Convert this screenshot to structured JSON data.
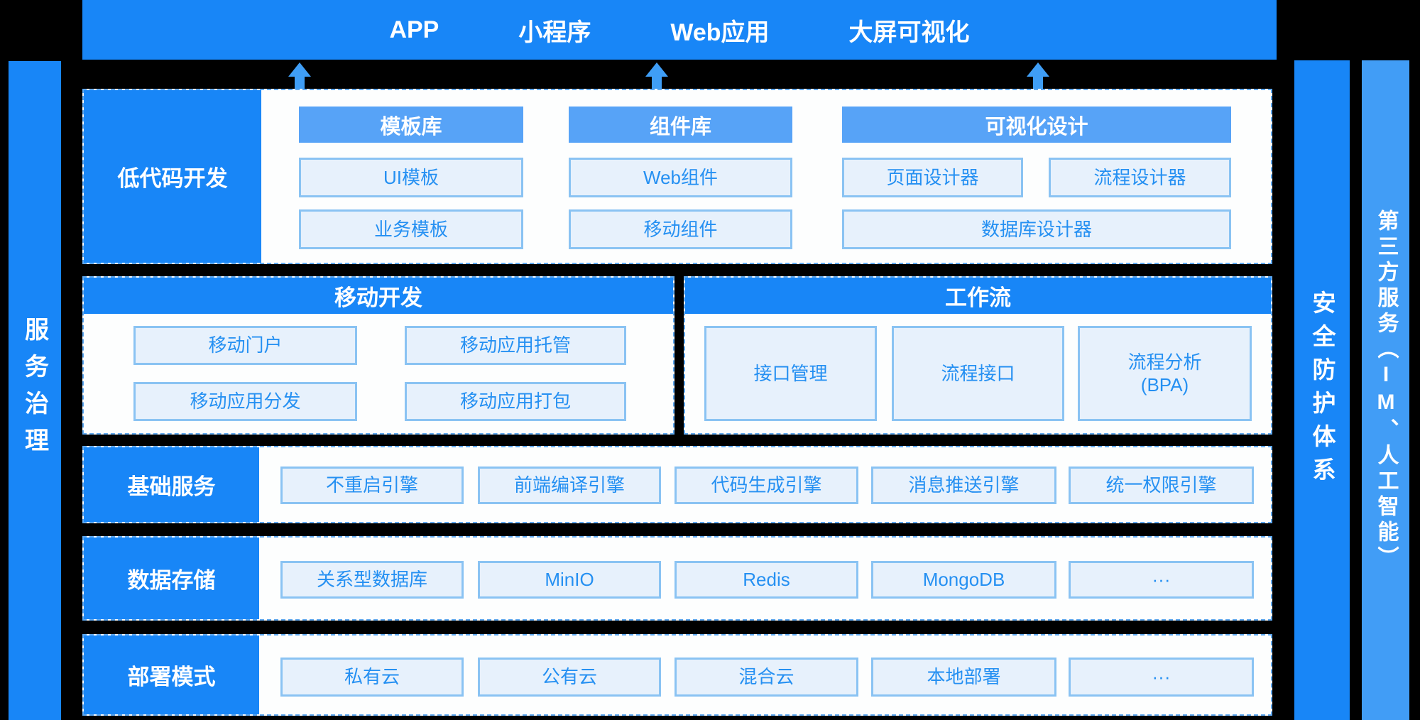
{
  "colors": {
    "primary_blue": "#1886f7",
    "subheader_blue": "#57a3f7",
    "third_party_bar_blue": "#419df6",
    "arrow_blue": "#3f9ef6",
    "box_fill": "#e7f1fc",
    "box_border": "#8ac3f3",
    "box_text": "#2590f2",
    "section_bg": "#fdfefe",
    "dashed_border": "#5fa8ef",
    "background": "#000000"
  },
  "top_bar": {
    "items": [
      "APP",
      "小程序",
      "Web应用",
      "大屏可视化"
    ]
  },
  "side_bars": {
    "service_governance": "服务治理",
    "security_system": "安全防护体系",
    "third_party": "第三方服务（IM、人工智能）"
  },
  "lowcode": {
    "label": "低代码开发",
    "template_lib": {
      "header": "模板库",
      "items": [
        "UI模板",
        "业务模板"
      ]
    },
    "component_lib": {
      "header": "组件库",
      "items": [
        "Web组件",
        "移动组件"
      ]
    },
    "visual_design": {
      "header": "可视化设计",
      "row_items": [
        "页面设计器",
        "流程设计器"
      ],
      "wide_item": "数据库设计器"
    }
  },
  "mobile": {
    "header": "移动开发",
    "items": [
      "移动门户",
      "移动应用托管",
      "移动应用分发",
      "移动应用打包"
    ]
  },
  "workflow": {
    "header": "工作流",
    "items": [
      "接口管理",
      "流程接口",
      "流程分析\n(BPA)"
    ]
  },
  "basic_services": {
    "label": "基础服务",
    "items": [
      "不重启引擎",
      "前端编译引擎",
      "代码生成引擎",
      "消息推送引擎",
      "统一权限引擎"
    ]
  },
  "data_storage": {
    "label": "数据存储",
    "items": [
      "关系型数据库",
      "MinIO",
      "Redis",
      "MongoDB",
      "···"
    ]
  },
  "deploy_mode": {
    "label": "部署模式",
    "items": [
      "私有云",
      "公有云",
      "混合云",
      "本地部署",
      "···"
    ]
  }
}
